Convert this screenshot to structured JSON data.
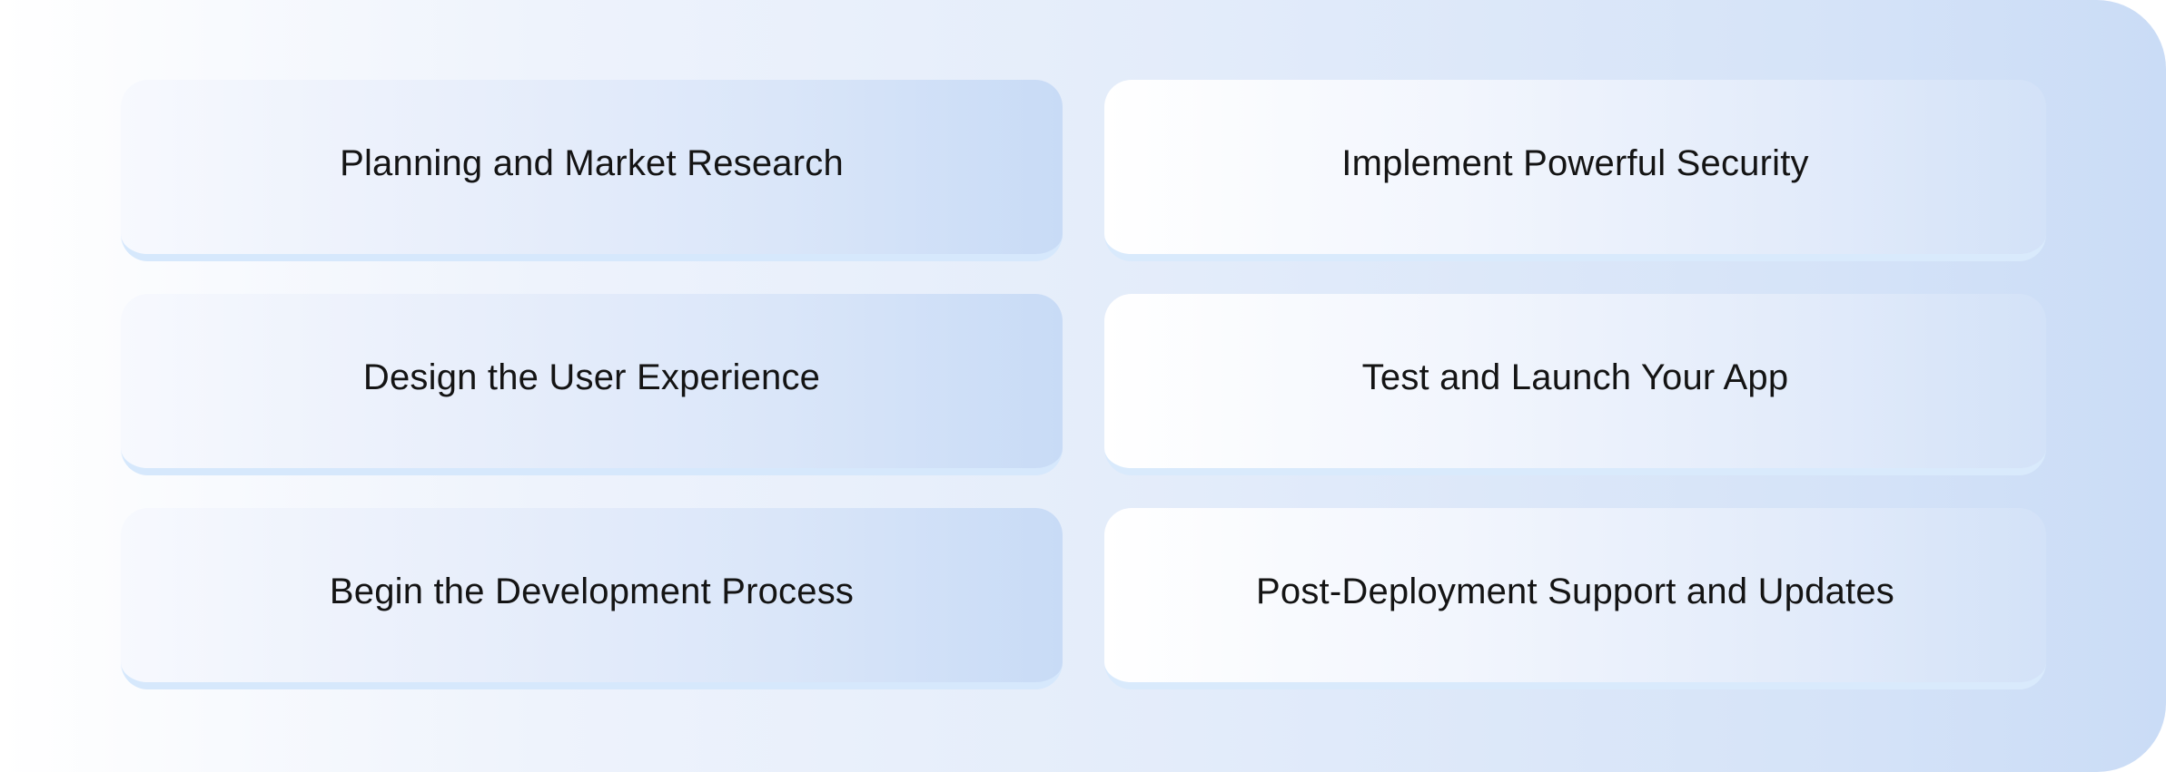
{
  "steps": {
    "left": [
      {
        "label": "Planning and Market Research"
      },
      {
        "label": "Design the User Experience"
      },
      {
        "label": "Begin the Development Process"
      }
    ],
    "right": [
      {
        "label": "Implement Powerful Security"
      },
      {
        "label": "Test and Launch Your App"
      },
      {
        "label": "Post-Deployment Support and Updates"
      }
    ]
  },
  "colors": {
    "panel_start": "#ffffff",
    "panel_end": "#cadcf6",
    "text": "#141414",
    "card_bottom_edge": "#bfe0fc"
  }
}
